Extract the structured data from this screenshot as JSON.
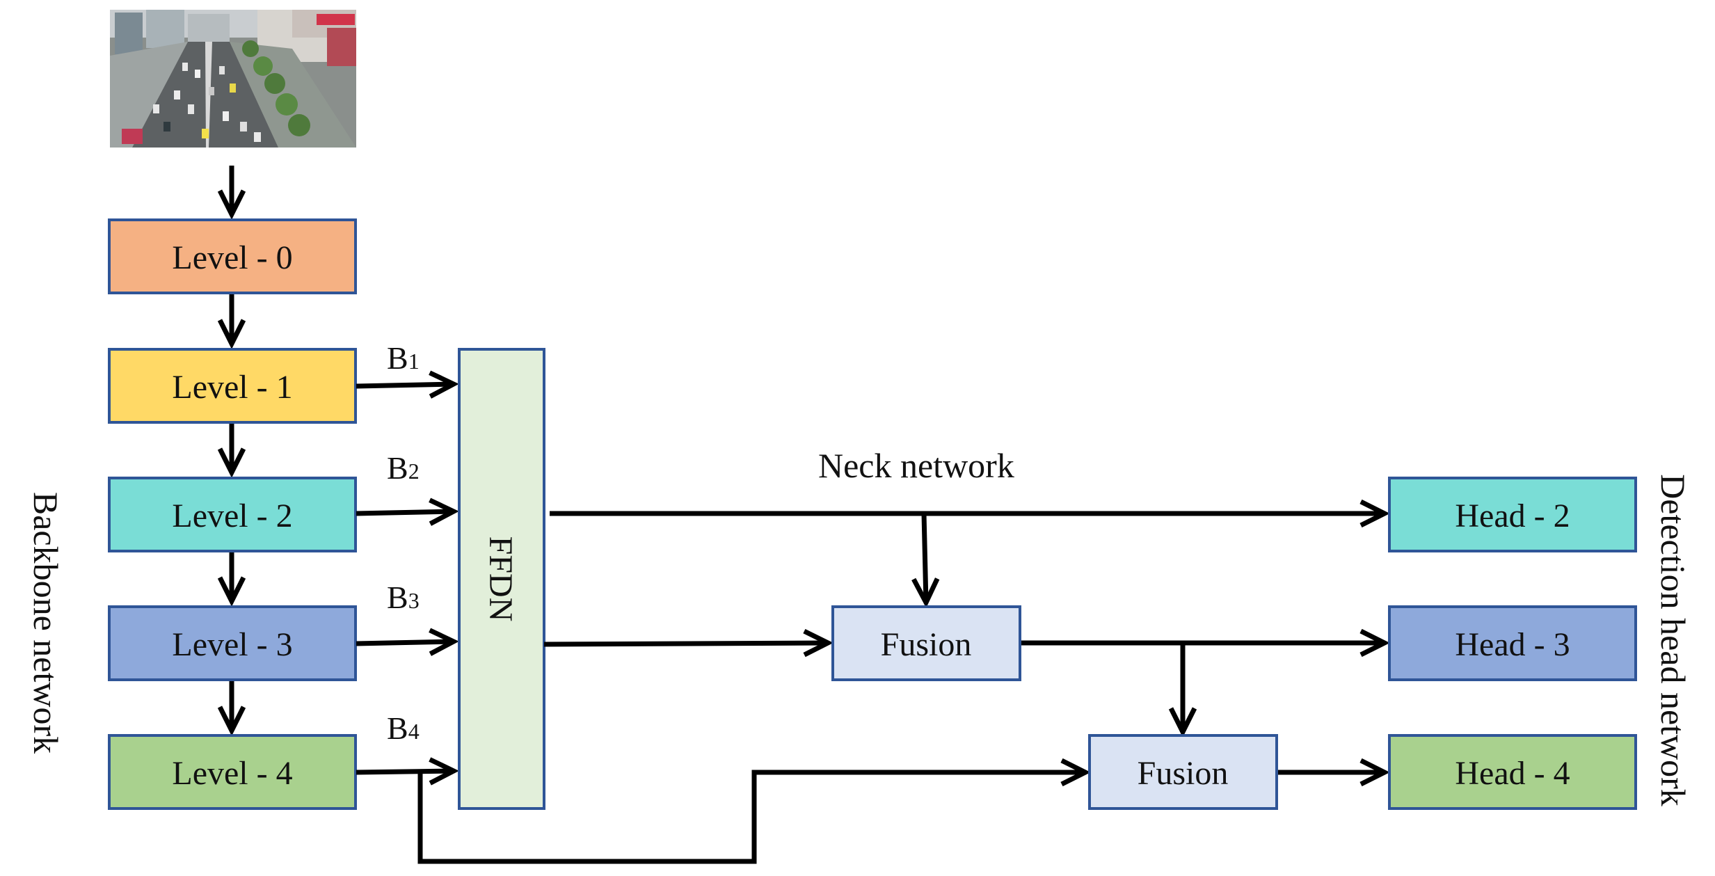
{
  "diagram": {
    "input_image": {
      "description_icon": "aerial-traffic-photo-icon"
    },
    "backbone": {
      "label": "Backbone network",
      "levels": [
        {
          "label": "Level - 0",
          "color": "#F5B183"
        },
        {
          "label": "Level - 1",
          "color": "#FFD966"
        },
        {
          "label": "Level - 2",
          "color": "#7ADDD6"
        },
        {
          "label": "Level - 3",
          "color": "#8EA9DB"
        },
        {
          "label": "Level - 4",
          "color": "#A9D18E"
        }
      ]
    },
    "branch_labels": [
      {
        "letter": "B",
        "sub": "1"
      },
      {
        "letter": "B",
        "sub": "2"
      },
      {
        "letter": "B",
        "sub": "3"
      },
      {
        "letter": "B",
        "sub": "4"
      }
    ],
    "ffdn": {
      "label": "FFDN",
      "color": "#E2EFDA"
    },
    "neck": {
      "label": "Neck network",
      "fusions": [
        {
          "label": "Fusion",
          "color": "#DAE3F3"
        },
        {
          "label": "Fusion",
          "color": "#DAE3F3"
        }
      ]
    },
    "heads": {
      "label": "Detection head network",
      "items": [
        {
          "label": "Head - 2",
          "color": "#7ADDD6"
        },
        {
          "label": "Head - 3",
          "color": "#8EA9DB"
        },
        {
          "label": "Head - 4",
          "color": "#A9D18E"
        }
      ]
    },
    "border_color": "#2F5597",
    "arrow_color": "#000000"
  }
}
